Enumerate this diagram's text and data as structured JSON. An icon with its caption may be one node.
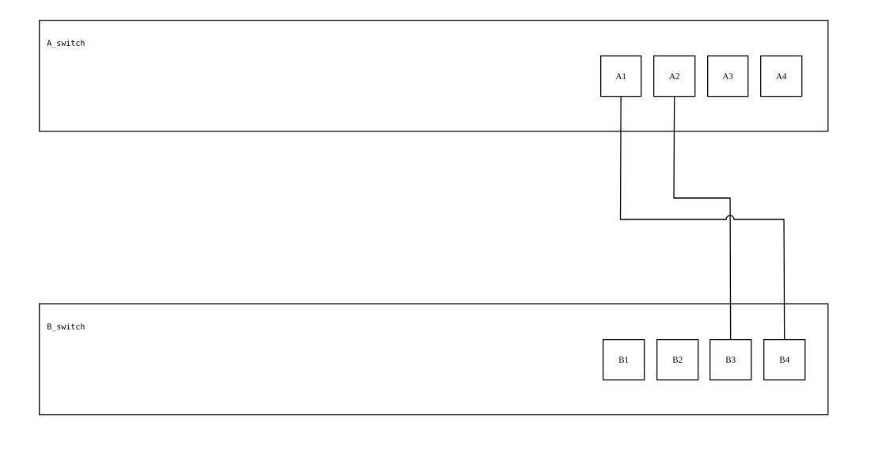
{
  "diagram": {
    "nodes": [
      {
        "text": [
          "A_switch"
        ]
      },
      {
        "text": [
          "A1"
        ],
        "in": 0
      },
      {
        "text": [
          "A2"
        ],
        "in": 0
      },
      {
        "text": [
          "A3"
        ],
        "in": 0
      },
      {
        "text": [
          "A4"
        ],
        "in": 0
      },
      {
        "text": [
          "B_switch"
        ]
      },
      {
        "text": [
          "B1"
        ],
        "in": 5
      },
      {
        "text": [
          "B2"
        ],
        "in": 5
      },
      {
        "text": [
          "B3"
        ],
        "in": 5
      },
      {
        "text": [
          "B4"
        ],
        "in": 5
      }
    ],
    "edges": [
      {
        "from": 1,
        "to": 9,
        "arrow": "none"
      },
      {
        "from": 2,
        "to": 8,
        "arrow": "none"
      }
    ]
  }
}
